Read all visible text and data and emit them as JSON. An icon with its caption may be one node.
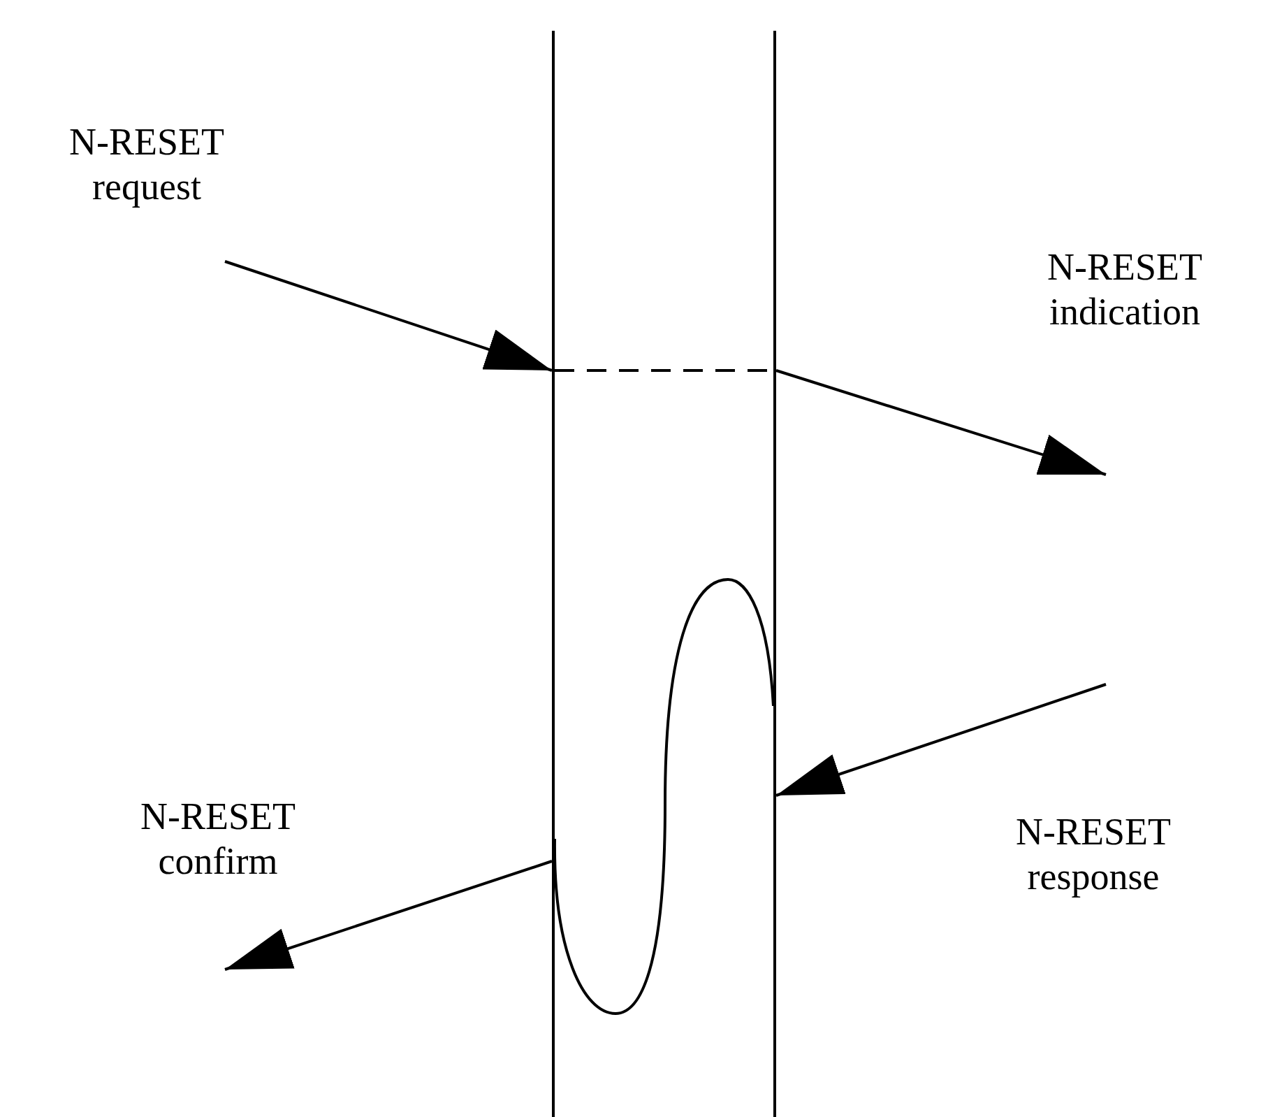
{
  "diagram": {
    "nodes": [
      {
        "text": [],
        "shape": "line"
      },
      {
        "text": [],
        "shape": "line"
      }
    ],
    "edges": [
      {
        "from": null,
        "to": 0,
        "arrow": "to"
      },
      {
        "from": 0,
        "to": 1,
        "arrow": "none",
        "style": "dashed"
      },
      {
        "from": 1,
        "to": null,
        "arrow": "to"
      },
      {
        "from": null,
        "to": 1,
        "arrow": "to"
      },
      {
        "from": 1,
        "to": 0,
        "arrow": "none"
      },
      {
        "from": 0,
        "to": null,
        "arrow": "to"
      }
    ],
    "labels": [
      "N-RESET request",
      "N-RESET indication",
      "N-RESET confirm",
      "N-RESET response"
    ]
  }
}
